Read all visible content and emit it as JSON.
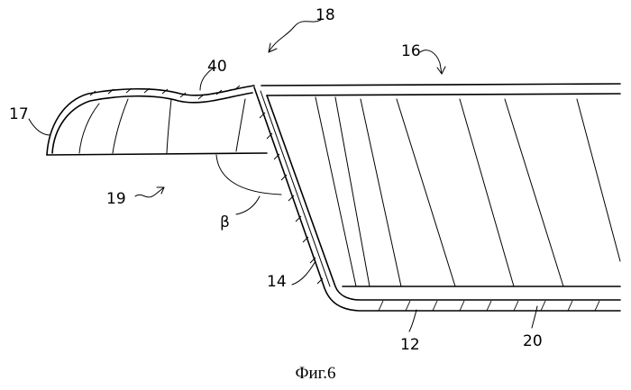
{
  "figure": {
    "caption": "Фиг.6",
    "reference_labels": {
      "r18": "18",
      "r16": "16",
      "r40": "40",
      "r17": "17",
      "r19": "19",
      "beta": "β",
      "r14": "14",
      "r12": "12",
      "r20": "20"
    }
  }
}
